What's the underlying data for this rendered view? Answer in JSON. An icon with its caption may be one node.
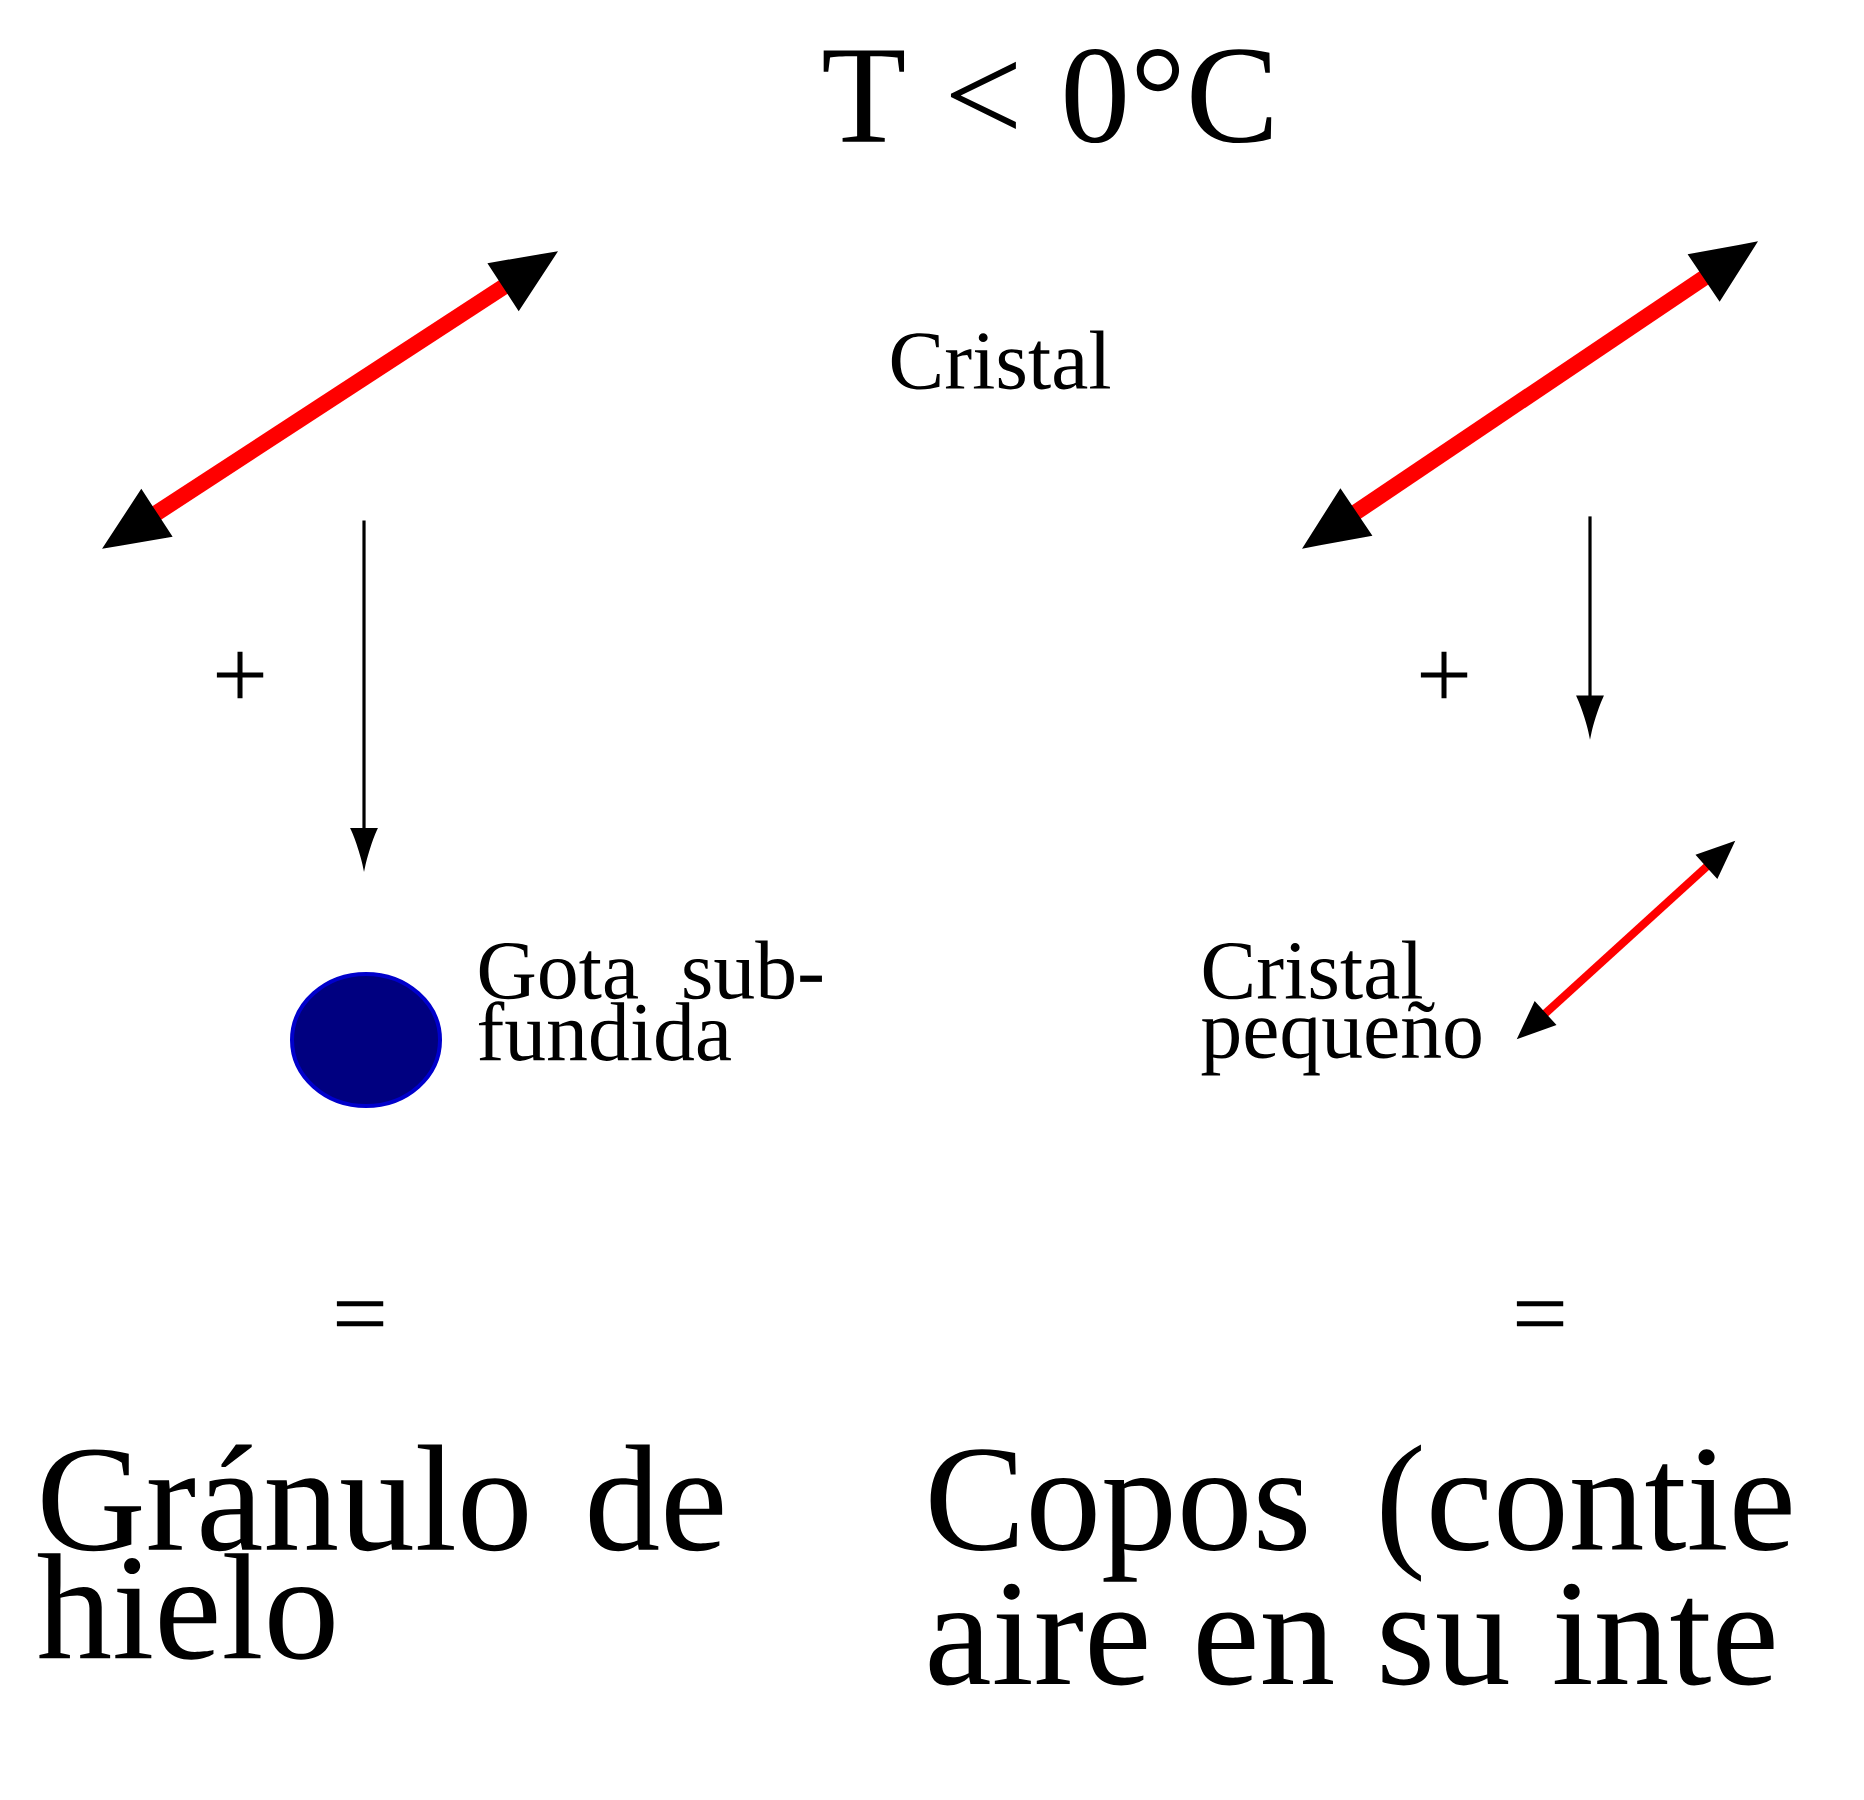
{
  "diagram": {
    "nodes": [
      {
        "text": [],
        "shape": "picture"
      },
      {
        "text": [],
        "shape": "circle",
        "beside": [
          "Gota sub-fundida"
        ]
      },
      {
        "text": [],
        "shape": "picture"
      },
      {
        "text": [],
        "shape": "picture",
        "beside": [
          "Cristal pequeño"
        ]
      }
    ],
    "edges": [
      {
        "from": 0,
        "to": 1,
        "arrow": "to"
      },
      {
        "from": 2,
        "to": 3,
        "arrow": "to"
      }
    ],
    "labels": [
      "T < 0°C",
      "Cristal",
      "+",
      "+",
      "=",
      "=",
      "Gránulo de hielo",
      "Copos (contie aire en su inte"
    ]
  }
}
